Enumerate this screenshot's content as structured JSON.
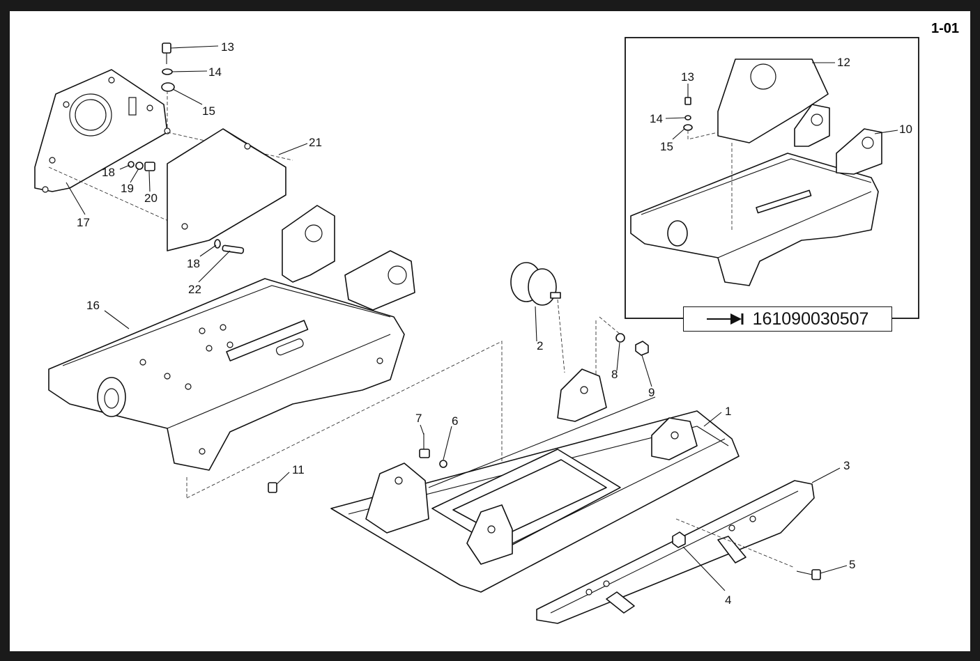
{
  "page": {
    "number": "1-01"
  },
  "inset": {
    "reference": "161090030507"
  },
  "callouts": [
    {
      "id": "c13a",
      "label": "13"
    },
    {
      "id": "c14a",
      "label": "14"
    },
    {
      "id": "c15a",
      "label": "15"
    },
    {
      "id": "c21",
      "label": "21"
    },
    {
      "id": "c18a",
      "label": "18"
    },
    {
      "id": "c19",
      "label": "19"
    },
    {
      "id": "c20",
      "label": "20"
    },
    {
      "id": "c17",
      "label": "17"
    },
    {
      "id": "c18b",
      "label": "18"
    },
    {
      "id": "c22",
      "label": "22"
    },
    {
      "id": "c16",
      "label": "16"
    },
    {
      "id": "c2",
      "label": "2"
    },
    {
      "id": "c8",
      "label": "8"
    },
    {
      "id": "c9",
      "label": "9"
    },
    {
      "id": "c1",
      "label": "1"
    },
    {
      "id": "c7",
      "label": "7"
    },
    {
      "id": "c6",
      "label": "6"
    },
    {
      "id": "c11",
      "label": "11"
    },
    {
      "id": "c3",
      "label": "3"
    },
    {
      "id": "c5",
      "label": "5"
    },
    {
      "id": "c4",
      "label": "4"
    },
    {
      "id": "c12",
      "label": "12"
    },
    {
      "id": "c13b",
      "label": "13"
    },
    {
      "id": "c14b",
      "label": "14"
    },
    {
      "id": "c15b",
      "label": "15"
    },
    {
      "id": "c10",
      "label": "10"
    }
  ]
}
